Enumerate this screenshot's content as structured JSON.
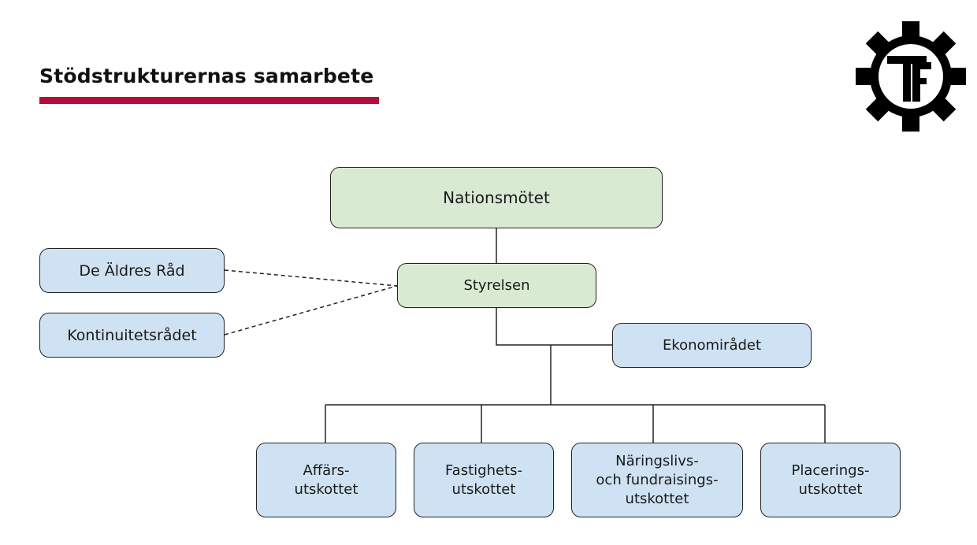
{
  "title": "Stödstrukturernas samarbete",
  "colors": {
    "accent": "#b50d3a",
    "green_fill": "#d9ead3",
    "blue_fill": "#cfe2f3",
    "border": "#222222"
  },
  "logo": {
    "icon": "gear-tf-logo-icon",
    "letters": "TF"
  },
  "nodes": {
    "nationsmotet": "Nationsmötet",
    "styrelsen": "Styrelsen",
    "aldres_rad": "De Äldres Råd",
    "kontinuitetsradet": "Kontinuitetsrådet",
    "ekonomiradet": "Ekonomirådet",
    "affars": "Affärs-\nutskottet",
    "fastighets": "Fastighets-\nutskottet",
    "naringslivs": "Näringslivs-\noch fundraisings-\nutskottet",
    "placerings": "Placerings-\nutskottet"
  }
}
